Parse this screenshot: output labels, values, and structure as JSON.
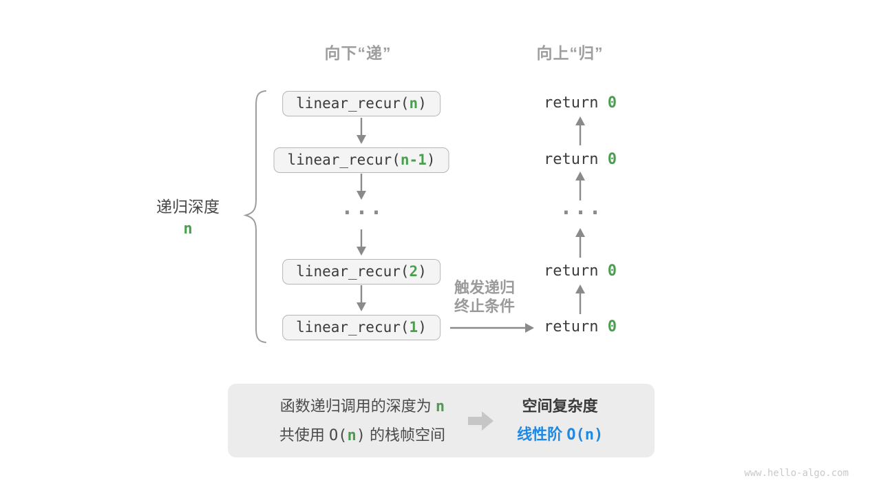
{
  "headers": {
    "descend": "向下“递”",
    "ascend": "向上“归”"
  },
  "depth": {
    "label": "递归深度",
    "value": "n"
  },
  "call_column": {
    "boxes": [
      {
        "pre": "linear_recur(",
        "arg": "n",
        "post": ")"
      },
      {
        "pre": "linear_recur(",
        "arg": "n-1",
        "post": ")"
      },
      {
        "pre": "linear_recur(",
        "arg": "2",
        "post": ")"
      },
      {
        "pre": "linear_recur(",
        "arg": "1",
        "post": ")"
      }
    ],
    "ellipsis": "···"
  },
  "return_column": {
    "items": [
      {
        "pre": "return ",
        "value": "0"
      },
      {
        "pre": "return ",
        "value": "0"
      },
      {
        "pre": "return ",
        "value": "0"
      },
      {
        "pre": "return ",
        "value": "0"
      }
    ],
    "ellipsis": "···"
  },
  "trigger": {
    "line1": "触发递归",
    "line2": "终止条件"
  },
  "summary": {
    "line1_text": "函数递归调用的深度为 ",
    "line1_value": "n",
    "line2_pre": "共使用 ",
    "line2_o": "O(",
    "line2_n": "n",
    "line2_c": ")",
    "line2_post": " 的栈帧空间",
    "arrow_icon": "arrow-right",
    "right_title": "空间复杂度",
    "right_value_text": "线性阶",
    "right_value_code": "O(n)"
  },
  "watermark": "www.hello-algo.com",
  "colors": {
    "green": "#4b9e50",
    "blue": "#1e88e5",
    "label_gray": "#9e9e9e",
    "arrow_gray": "#8a8a8a",
    "code_text": "#3b3b3b",
    "box_fill": "#f4f4f4",
    "box_border": "#b5b5b5",
    "summary_fill": "#ececec"
  }
}
